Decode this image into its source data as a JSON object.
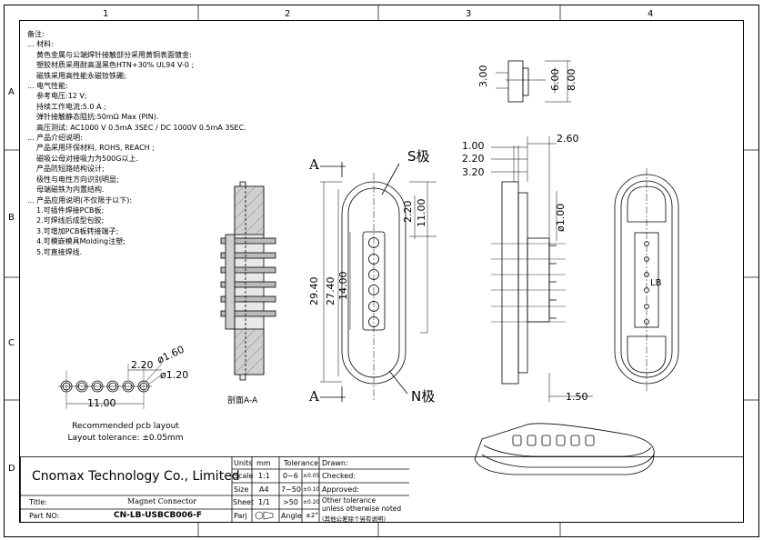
{
  "ruler": {
    "columns": [
      "1",
      "2",
      "3",
      "4"
    ],
    "rows": [
      "A",
      "B",
      "C",
      "D"
    ]
  },
  "notes": {
    "title": "备注:",
    "lines": [
      "... 材料:",
      "黄色金属与公端焊针接触部分采用黄铜表面镀金:",
      "塑胶材质采用耐高温黑色HTN+30% UL94 V-0 ;",
      "磁铁采用高性能永磁钕铁硼;",
      "... 电气性能:",
      "参考电压:12 V;",
      "持续工作电流:5.0 A ;",
      "弹针接触静态阻抗:50mΩ  Max (PIN).",
      "高压测试: AC1000 V 0.5mA 3SEC / DC 1000V 0.5mA 3SEC.",
      "... 产品介绍说明:",
      "产品采用环保材料, ROHS, REACH ;",
      "磁吸公母对接吸力为500G以上.",
      "产品防短路结构设计;",
      "极性与电性方向识别明显;",
      "母端磁铁为内置结构.",
      "... 产品应用说明(不仅限于以下):",
      "1.可插件焊接PCB板;",
      "2.可焊线后成型包胶;",
      "3.可增加PCB板转接端子;",
      "4.可模嵌模具Molding注塑;",
      "5.可直接焊线."
    ]
  },
  "dimensions": {
    "top_small": [
      "3.00",
      "6.00",
      "8.00"
    ],
    "front": [
      "2.20",
      "11.00",
      "29.40",
      "27.40",
      "14.00"
    ],
    "side": [
      "1.00",
      "2.20",
      "3.20",
      "2.60",
      "ø1.00",
      "1.50"
    ],
    "pcb": [
      "2.20",
      "ø1.60",
      "ø1.20",
      "11.00"
    ]
  },
  "labels": {
    "s_pole": "S极",
    "n_pole": "N极",
    "section_a": "A",
    "section_view": "剖面A-A",
    "lb": "LB"
  },
  "pcb_caption": {
    "line1": "Recommended pcb layout",
    "line2": "Layout tolerance: ±0.05mm"
  },
  "title_block": {
    "company": "Cnomax Technology Co., Limited",
    "title_label": "Title:",
    "title_value": "Magnet Connector",
    "part_label": "Part NO:",
    "part_value": "CN-LB-USBCB006-F",
    "units_label": "Units",
    "units_value": "mm",
    "scale_label": "Scale",
    "scale_value": "1:1",
    "size_label": "Size",
    "size_value": "A4",
    "sheet_label": "Sheet",
    "sheet_value": "1/1",
    "parj_label": "Parj",
    "angle_label": "Angle",
    "angle_value": "±2°",
    "tolerance_label": "Tolerance",
    "tol_rows": [
      {
        "range": "0~6",
        "value": "±0.05"
      },
      {
        "range": "7~50",
        "value": "±0.10"
      },
      {
        "range": ">50",
        "value": "±0.20"
      }
    ],
    "drawn_label": "Drawn:",
    "checked_label": "Checked:",
    "approved_label": "Approved:",
    "other_tol_1": "Other tolerance",
    "other_tol_2": "unless otherwise noted",
    "other_tol_3": "(其他公差除个另有说明)"
  }
}
